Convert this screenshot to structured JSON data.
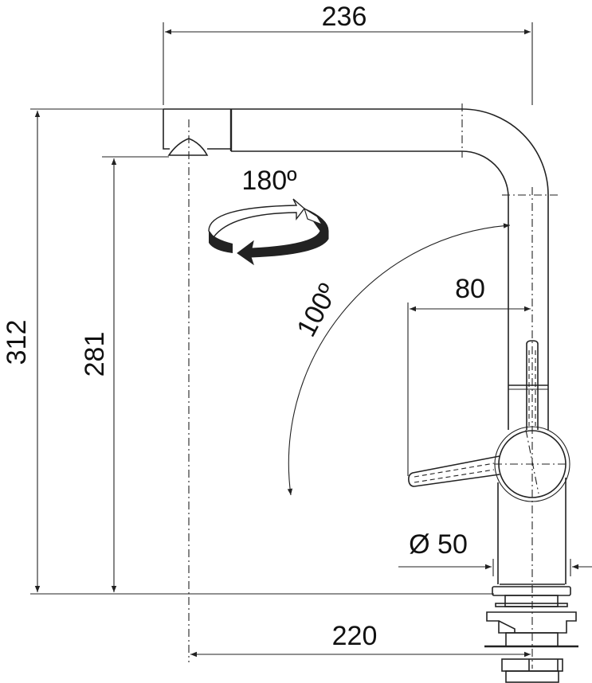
{
  "dimensions": {
    "overall_reach": "236",
    "overall_height": "312",
    "spout_height": "281",
    "spout_swivel": "180º",
    "lever_angle": "100º",
    "lever_offset": "80",
    "base_diameter": "Ø 50",
    "spout_reach": "220"
  },
  "colors": {
    "line": "#222222",
    "fill_dark": "#222222",
    "background": "#ffffff"
  }
}
